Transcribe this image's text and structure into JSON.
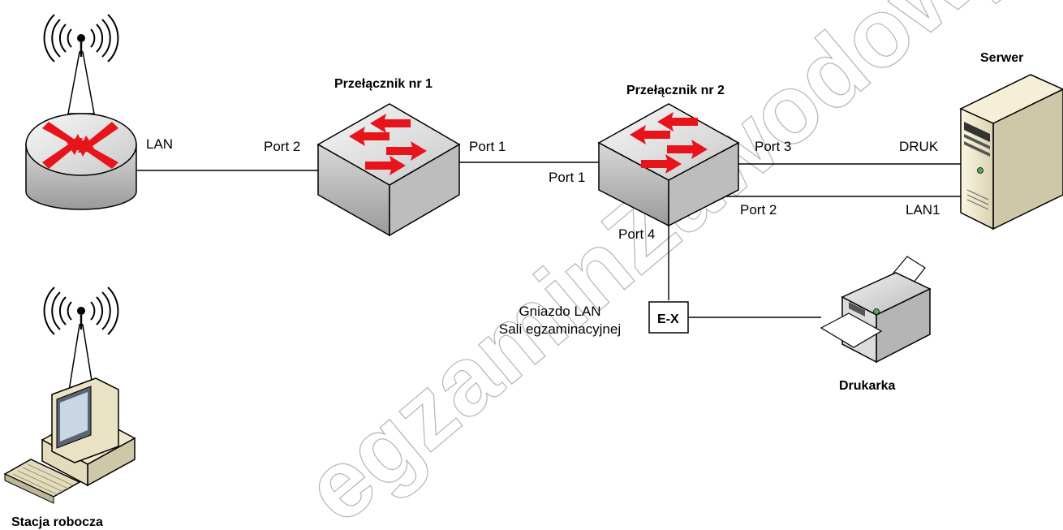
{
  "watermark": "egzaminZawodowy.info",
  "devices": {
    "router": {
      "port_lan": "LAN"
    },
    "switch1": {
      "title": "Przełącznik nr 1",
      "port_left": "Port 2",
      "port_right": "Port 1"
    },
    "switch2": {
      "title": "Przełącznik nr 2",
      "port_left": "Port 1",
      "port_right_top": "Port 3",
      "port_right_bottom": "Port 2",
      "port_bottom": "Port 4"
    },
    "server": {
      "title": "Serwer",
      "iface_top": "DRUK",
      "iface_bottom": "LAN1"
    },
    "socket": {
      "label": "E-X",
      "caption_line1": "Gniazdo LAN",
      "caption_line2": "Sali egzaminacyjnej"
    },
    "printer": {
      "title": "Drukarka"
    },
    "workstation": {
      "title": "Stacja robocza"
    }
  },
  "colors": {
    "arrow_red": "#e8141b",
    "device_grey": "#d0d0d0",
    "watermark_stroke": "#b4b4b4"
  }
}
